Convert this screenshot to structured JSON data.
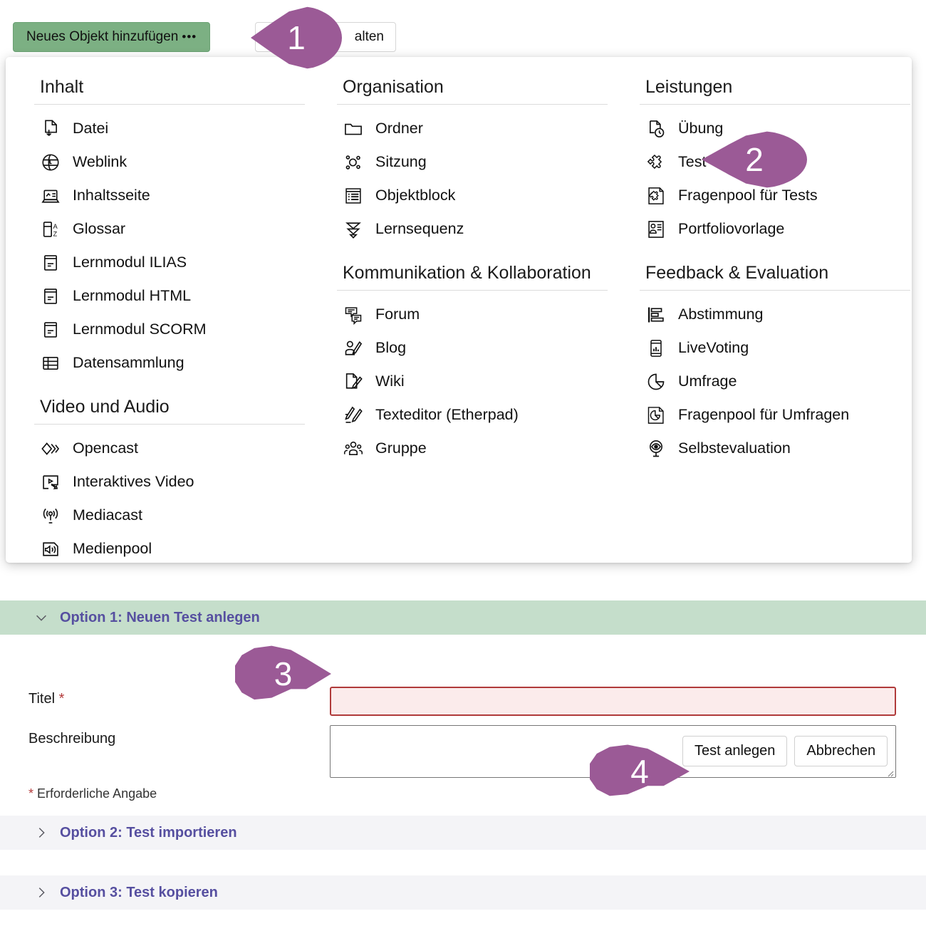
{
  "toolbar": {
    "primary_label": "Neues Objekt hinzufügen",
    "primary_dots": "•••",
    "secondary_label": "alten"
  },
  "dropdown": {
    "columns": [
      {
        "groups": [
          {
            "title": "Inhalt",
            "items": [
              {
                "label": "Datei",
                "icon": "file-download-icon"
              },
              {
                "label": "Weblink",
                "icon": "globe-link-icon"
              },
              {
                "label": "Inhaltsseite",
                "icon": "content-page-icon"
              },
              {
                "label": "Glossar",
                "icon": "glossary-az-icon"
              },
              {
                "label": "Lernmodul ILIAS",
                "icon": "learning-module-icon"
              },
              {
                "label": "Lernmodul HTML",
                "icon": "learning-module-icon"
              },
              {
                "label": "Lernmodul SCORM",
                "icon": "learning-module-icon"
              },
              {
                "label": "Datensammlung",
                "icon": "table-grid-icon"
              }
            ]
          },
          {
            "title": "Video und Audio",
            "items": [
              {
                "label": "Opencast",
                "icon": "opencast-diamond-icon"
              },
              {
                "label": "Interaktives Video",
                "icon": "interactive-video-icon"
              },
              {
                "label": "Mediacast",
                "icon": "broadcast-icon"
              },
              {
                "label": "Medienpool",
                "icon": "speaker-sound-icon"
              }
            ]
          }
        ]
      },
      {
        "groups": [
          {
            "title": "Organisation",
            "items": [
              {
                "label": "Ordner",
                "icon": "folder-icon"
              },
              {
                "label": "Sitzung",
                "icon": "session-nodes-icon"
              },
              {
                "label": "Objektblock",
                "icon": "object-block-list-icon"
              },
              {
                "label": "Lernsequenz",
                "icon": "learning-sequence-chevrons-icon"
              }
            ]
          },
          {
            "title": "Kommunikation & Kollaboration",
            "items": [
              {
                "label": "Forum",
                "icon": "forum-speech-bubbles-icon"
              },
              {
                "label": "Blog",
                "icon": "blog-person-pen-icon"
              },
              {
                "label": "Wiki",
                "icon": "wiki-page-pen-icon"
              },
              {
                "label": "Texteditor (Etherpad)",
                "icon": "etherpad-pen-icon"
              },
              {
                "label": "Gruppe",
                "icon": "group-people-icon"
              }
            ]
          }
        ]
      },
      {
        "groups": [
          {
            "title": "Leistungen",
            "items": [
              {
                "label": "Übung",
                "icon": "exercise-clock-icon"
              },
              {
                "label": "Test",
                "icon": "test-puzzle-icon"
              },
              {
                "label": "Fragenpool für Tests",
                "icon": "question-pool-test-icon"
              },
              {
                "label": "Portfoliovorlage",
                "icon": "portfolio-template-icon"
              }
            ]
          },
          {
            "title": "Feedback & Evaluation",
            "items": [
              {
                "label": "Abstimmung",
                "icon": "poll-bars-icon"
              },
              {
                "label": "LiveVoting",
                "icon": "livevoting-phone-icon"
              },
              {
                "label": "Umfrage",
                "icon": "survey-pie-icon"
              },
              {
                "label": "Fragenpool für Umfragen",
                "icon": "question-pool-survey-icon"
              },
              {
                "label": "Selbstevaluation",
                "icon": "self-evaluation-eye-icon"
              }
            ]
          }
        ]
      }
    ]
  },
  "form": {
    "option1_title": "Option 1: Neuen Test anlegen",
    "option2_title": "Option 2: Test importieren",
    "option3_title": "Option 3: Test kopieren",
    "title_label": "Titel",
    "title_required_mark": "*",
    "title_value": "",
    "desc_label": "Beschreibung",
    "desc_value": "",
    "required_note_mark": "*",
    "required_note": "Erforderliche Angabe",
    "submit_label": "Test anlegen",
    "cancel_label": "Abbrechen"
  },
  "callouts": [
    {
      "number": "1"
    },
    {
      "number": "2"
    },
    {
      "number": "3"
    },
    {
      "number": "4"
    }
  ],
  "colors": {
    "primary_button": "#7CB083",
    "callout_purple": "#9B5A96",
    "accordion_open": "#C5DECB",
    "accordion_closed": "#F4F4F7",
    "heading_indigo": "#564FA0",
    "error_border": "#B03A3A",
    "error_fill": "#FBEBEB"
  }
}
